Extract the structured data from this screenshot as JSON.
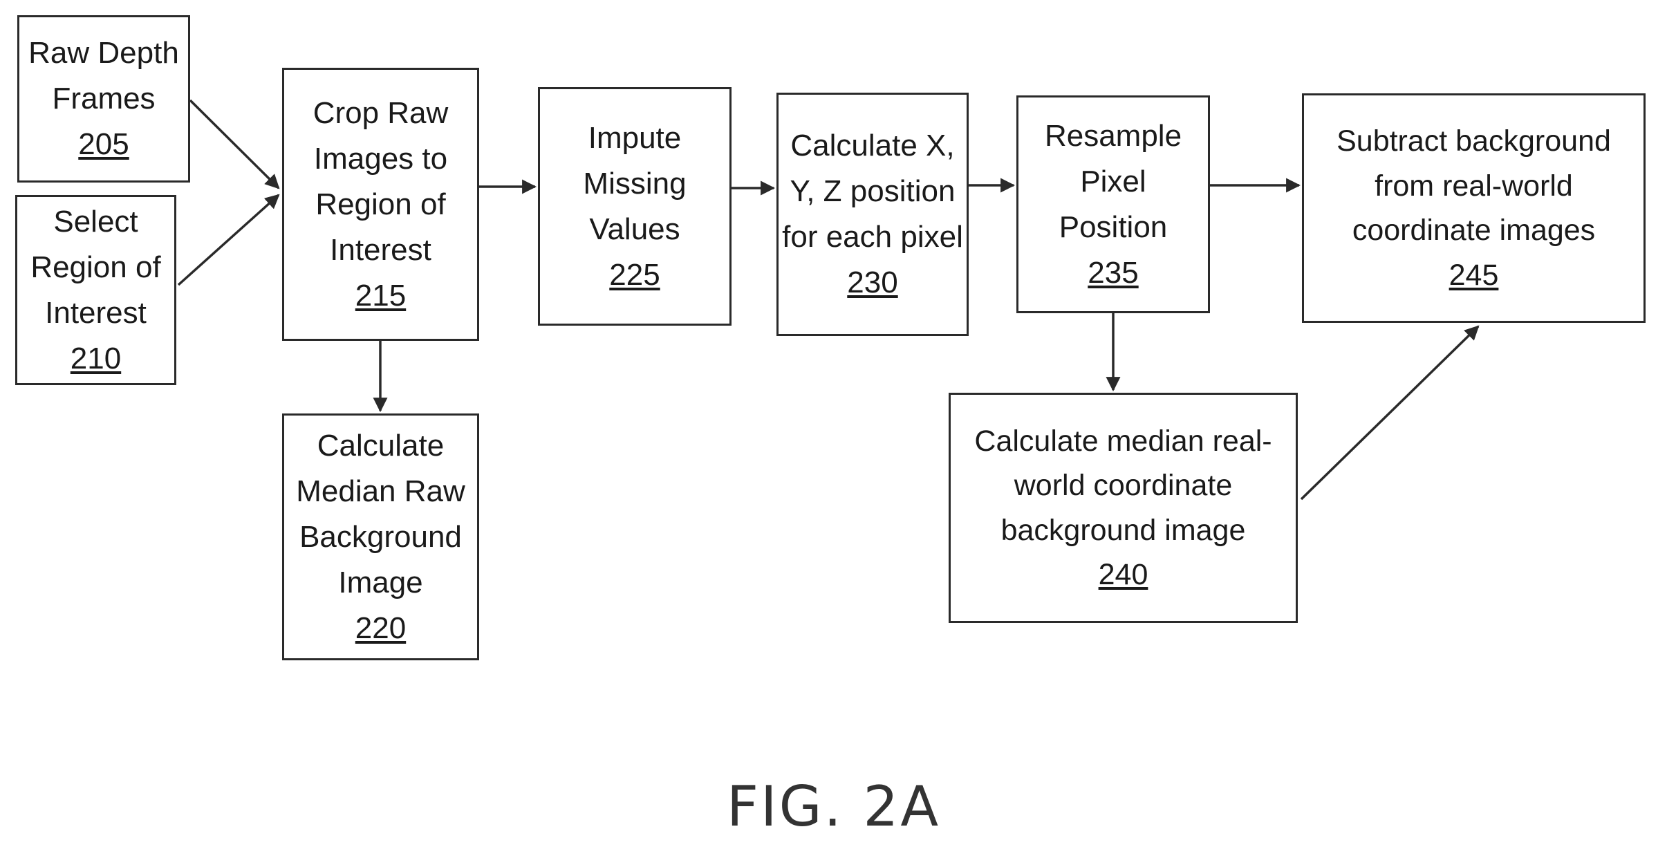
{
  "figure_label": "FIG. 2A",
  "boxes": {
    "b205": {
      "lines": [
        "Raw Depth",
        "Frames"
      ],
      "ref": "205"
    },
    "b210": {
      "lines": [
        "Select",
        "Region of",
        "Interest"
      ],
      "ref": "210"
    },
    "b215": {
      "lines": [
        "Crop Raw",
        "Images to",
        "Region of",
        "Interest"
      ],
      "ref": "215"
    },
    "b220": {
      "lines": [
        "Calculate",
        "Median Raw",
        "Background",
        "Image"
      ],
      "ref": "220"
    },
    "b225": {
      "lines": [
        "Impute",
        "Missing",
        "Values"
      ],
      "ref": "225"
    },
    "b230": {
      "lines": [
        "Calculate X,",
        "Y, Z position",
        "for each pixel"
      ],
      "ref": "230"
    },
    "b235": {
      "lines": [
        "Resample",
        "Pixel",
        "Position"
      ],
      "ref": "235"
    },
    "b240": {
      "lines": [
        "Calculate median  real-",
        "world coordinate",
        "background image"
      ],
      "ref": "240"
    },
    "b245": {
      "lines": [
        "Subtract background",
        "from real-world",
        "coordinate images"
      ],
      "ref": "245"
    }
  },
  "edges": [
    {
      "from": "205",
      "to": "215"
    },
    {
      "from": "210",
      "to": "215"
    },
    {
      "from": "215",
      "to": "220"
    },
    {
      "from": "215",
      "to": "225"
    },
    {
      "from": "225",
      "to": "230"
    },
    {
      "from": "230",
      "to": "235"
    },
    {
      "from": "235",
      "to": "245"
    },
    {
      "from": "235",
      "to": "240"
    },
    {
      "from": "240",
      "to": "245"
    }
  ]
}
